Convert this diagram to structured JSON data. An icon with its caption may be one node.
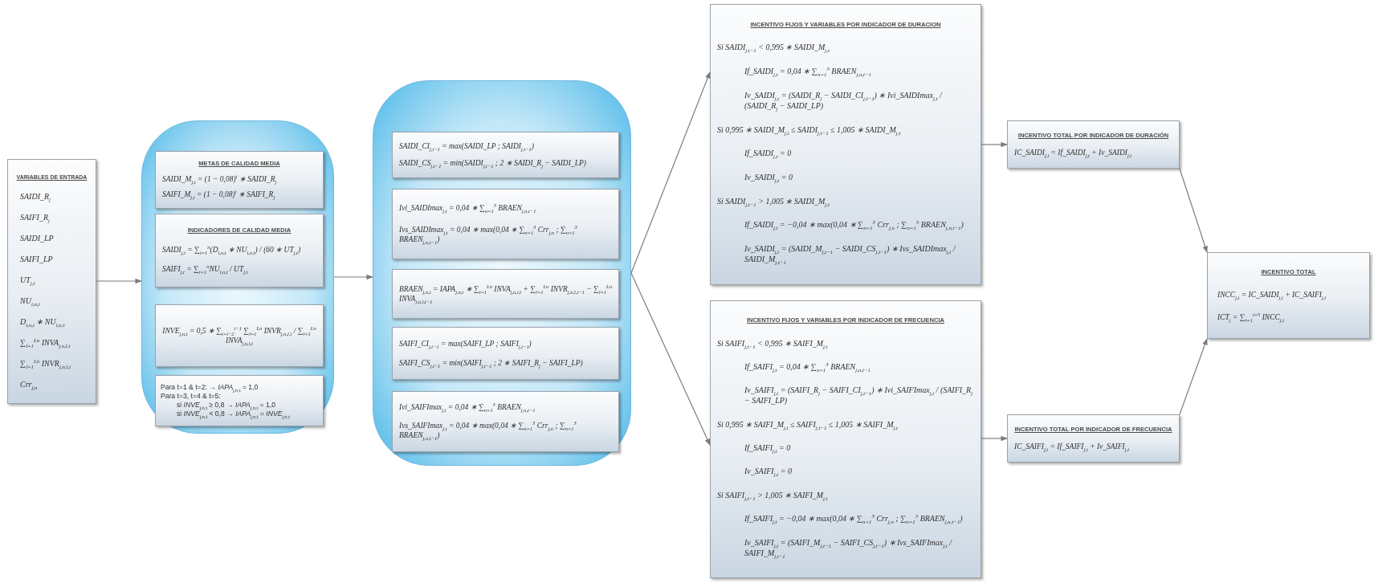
{
  "diagram": {
    "nodes": [
      {
        "text": [
          "VARIABLES DE ENTRADA",
          "SAIDI_R$_{j}$",
          "SAIFI_R$_{j}$",
          "SAIDI_LP",
          "SAIFI_LP",
          "UT$_{j,t}$",
          "NU$_{i,n,t}$",
          "D$_{i,n,t}$ ∗ NU$_{i,n,t}$",
          "∑$_{l=1}$$^{Ln}$ INVA$_{j,n,l,t}$",
          "∑$_{l=1}$$^{Ln}$ INVR$_{j,n,l,t}$",
          "Crr$_{j,n}$"
        ]
      },
      {
        "text": [],
        "shape": "box"
      },
      {
        "text": [
          "METAS DE CALIDAD MEDIA",
          "SAIDI_M$_{j,t}$ = (1 − 0,08)$^{t}$ ∗ SAIDI_R$_{j}$",
          "SAIFI_M$_{j,t}$ = (1 − 0,08)$^{t}$ ∗ SAIFI_R$_{j}$"
        ],
        "in": 1
      },
      {
        "text": [
          "INDICADORES DE CALIDAD MEDIA",
          "SAIDI$_{j,t}$ = ∑$_{i=1}$$^{n}$(D$_{i,n,t}$ ∗ NU$_{i,n,t}$) / (60 ∗ UT$_{j,t}$)",
          "SAIFI$_{j,t}$ = ∑$_{i=1}$$^{n}$NU$_{i,n,t}$ / UT$_{j,t}$"
        ],
        "in": 1
      },
      {
        "text": [
          "INVE$_{j,n,t}$ = 0,5 ∗ ∑$_{t=t−2}$$^{t−1}$ ∑$_{l=1}$$^{Ln}$ INVR$_{j,n,l,t}$ / ∑$_{l=1}$$^{Ln}$ INVA$_{j,n,l,t}$"
        ],
        "in": 1
      },
      {
        "text": [
          "Para t=1 & t=2: → *IAPA*$_{j,n,t}$ = 1,0",
          "Para t=3, t=4 & t=5:",
          "si *INVE*$_{j,n,t}$ ≥ 0,8 → *IAPA*$_{j,n,t}$ = 1,0",
          "si *INVE*$_{j,n,t}$ < 0,8 → *IAPA*$_{j,n,t}$ = *INVE*$_{j,n,t}$"
        ],
        "in": 1
      },
      {
        "text": [],
        "shape": "box"
      },
      {
        "text": [
          "SAIDI_CI$_{j,t−1}$ = max(SAIDI_LP ; SAIDI$_{j,t−1}$)",
          "SAIDI_CS$_{j,t−1}$ = min(SAIDI$_{j,t−1}$ ; 2 ∗ SAIDI_R$_{j}$ − SAIDI_LP)"
        ],
        "in": 6
      },
      {
        "text": [
          "Ivi_SAIDImax$_{j,t}$ = 0,04 ∗ ∑$_{n=1}$$^{3}$ BRAEN$_{j,n,t−1}$",
          "Ivs_SAIDImax$_{j,t}$ = 0,04 ∗ max(0,04 ∗ ∑$_{n=1}$$^{3}$ Crr$_{j,n}$ ; ∑$_{n=1}$$^{3}$ BRAEN$_{j,n,t−1}$)"
        ],
        "in": 6
      },
      {
        "text": [
          "BRAEN$_{j,n,t}$ = IAPA$_{j,n,t}$ ∗ ∑$_{l=1}$$^{Ln}$ INVA$_{j,n,l,t}$ + ∑$_{l=1}$$^{Ln}$ INVR$_{j,n,l,t−1}$ − ∑$_{l=1}$$^{Ln}$ INVA$_{j,n,l,t−1}$"
        ],
        "in": 6
      },
      {
        "text": [
          "SAIFI_CI$_{j,t−1}$ = max(SAIFI_LP ; SAIFI$_{j,t−1}$)",
          "SAIFI_CS$_{j,t−1}$ = min(SAIFI$_{j,t−1}$ ; 2 ∗ SAIFI_R$_{j}$ − SAIFI_LP)"
        ],
        "in": 6
      },
      {
        "text": [
          "Ivi_SAIFImax$_{j,t}$ = 0,04 ∗ ∑$_{n=1}$$^{3}$ BRAEN$_{j,n,t−1}$",
          "Ivs_SAIFImax$_{j,t}$ = 0,04 ∗ max(0,04 ∗ ∑$_{n=1}$$^{3}$ Crr$_{j,n}$ ; ∑$_{n=1}$$^{3}$ BRAEN$_{j,n,t−1}$)"
        ],
        "in": 6
      },
      {
        "text": [
          "INCENTIVO FIJOS Y VARIABLES POR INDICADOR DE DURACION",
          "Si SAIDI$_{j,t−1}$ < 0,995 ∗ SAIDI_M$_{j,t}$",
          "If_SAIDI$_{j,t}$ = 0,04 ∗ ∑$_{n=1}$$^{3}$ BRAEN$_{j,n,t−1}$",
          "Iv_SAIDI$_{j,t}$ = (SAIDI_R$_{j}$ − SAIDI_CI$_{j,t−1}$) ∗ Ivi_SAIDImax$_{j,t}$ / (SAIDI_R$_{j}$ − SAIDI_LP)",
          "Si 0,995 ∗ SAIDI_M$_{j,t}$ ≤ SAIDI$_{j,t−1}$ ≤ 1,005 ∗ SAIDI_M$_{j,t}$",
          "If_SAIDI$_{j,t}$ = 0",
          "Iv_SAIDI$_{j,t}$ = 0",
          "Si SAIDI$_{j,t−1}$ > 1,005 ∗ SAIDI_M$_{j,t}$",
          "If_SAIDI$_{j,t}$ = −0,04 ∗ max(0,04 ∗ ∑$_{n=1}$$^{3}$ Crr$_{j,n}$ ; ∑$_{n=1}$$^{3}$ BRAEN$_{j,n,t−1}$)",
          "Iv_SAIDI$_{j,t}$ = (SAIDI_M$_{j,t−1}$ − SAIDI_CS$_{j,t−1}$) ∗ Ivs_SAIDImax$_{j,t}$ / SAIDI_M$_{j,t−1}$"
        ]
      },
      {
        "text": [
          "INCENTIVO FIJOS Y VARIABLES POR INDICADOR DE FRECUENCIA",
          "Si SAIFI$_{j,t−1}$ < 0,995 ∗ SAIFI_M$_{j,t}$",
          "If_SAIFI$_{j,t}$ = 0,04 ∗ ∑$_{n=1}$$^{3}$ BRAEN$_{j,n,t−1}$",
          "Iv_SAIFI$_{j,t}$ = (SAIFI_R$_{j}$ − SAIFI_CI$_{j,t−1}$) ∗ Ivi_SAIFImax$_{j,t}$ / (SAIFI_R$_{j}$ − SAIFI_LP)",
          "Si 0,995 ∗ SAIFI_M$_{j,t}$ ≤ SAIFI$_{j,t−1}$ ≤ 1,005 ∗ SAIFI_M$_{j,t}$",
          "If_SAIFI$_{j,t}$ = 0",
          "Iv_SAIFI$_{j,t}$ = 0",
          "Si SAIFI$_{j,t−1}$ > 1,005 ∗ SAIFI_M$_{j,t}$",
          "If_SAIFI$_{j,t}$ = −0,04 ∗ max(0,04 ∗ ∑$_{n=1}$$^{3}$ Crr$_{j,n}$ ; ∑$_{n=1}$$^{3}$ BRAEN$_{j,n,t−1}$)",
          "Iv_SAIFI$_{j,t}$ = (SAIFI_M$_{j,t−1}$ − SAIFI_CS$_{j,t−1}$) ∗ Ivs_SAIFImax$_{j,t}$ / SAIFI_M$_{j,t−1}$"
        ]
      },
      {
        "text": [
          "INCENTIVO TOTAL POR INDICADOR DE DURACIÓN",
          "IC_SAIDI$_{j,t}$ = If_SAIDI$_{j,t}$ + Iv_SAIDI$_{j,t}$"
        ]
      },
      {
        "text": [
          "INCENTIVO TOTAL POR INDICADOR DE FRECUENCIA",
          "IC_SAIFI$_{j,t}$ = If_SAIFI$_{j,t}$ + Iv_SAIFI$_{j,t}$"
        ]
      },
      {
        "text": [
          "INCENTIVO TOTAL",
          "INCC$_{j,t}$ = IC_SAIDI$_{j,t}$ + IC_SAIFI$_{j,t}$",
          "ICT$_{j}$ = ∑$_{t=1}$$^{t=5}$ INCC$_{j,t}$"
        ]
      }
    ],
    "edges": [
      {
        "from": 0,
        "to": 1,
        "arrow": "to"
      },
      {
        "from": 1,
        "to": 6,
        "arrow": "to"
      },
      {
        "from": 6,
        "to": 12,
        "arrow": "to"
      },
      {
        "from": 6,
        "to": 13,
        "arrow": "to"
      },
      {
        "from": 12,
        "to": 14,
        "arrow": "to"
      },
      {
        "from": 13,
        "to": 15,
        "arrow": "to"
      },
      {
        "from": 14,
        "to": 16,
        "arrow": "to"
      },
      {
        "from": 15,
        "to": 16,
        "arrow": "to"
      }
    ]
  }
}
